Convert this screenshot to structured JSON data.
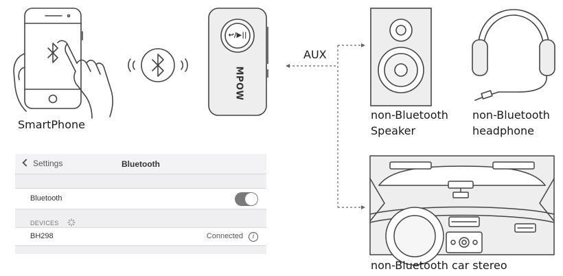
{
  "labels": {
    "smartphone": "SmartPhone",
    "aux": "AUX",
    "speaker_line1": "non-Bluetooth",
    "speaker_line2": "Speaker",
    "headphone_line1": "non-Bluetooth",
    "headphone_line2": "headphone",
    "car": "non-Bluetooth car stereo"
  },
  "receiver": {
    "brand": "MPOW",
    "button_glyph": "↩/▶||"
  },
  "settings_panel": {
    "back_label": "Settings",
    "title": "Bluetooth",
    "bluetooth_row": "Bluetooth",
    "toggle_on": true,
    "devices_header": "DEVICES",
    "device_name": "BH298",
    "device_status": "Connected",
    "info_glyph": "i"
  },
  "colors": {
    "line": "#444444",
    "device_fill": "#eeeeee",
    "panel_bg": "#efeff1",
    "toggle": "#7b7b7d"
  }
}
